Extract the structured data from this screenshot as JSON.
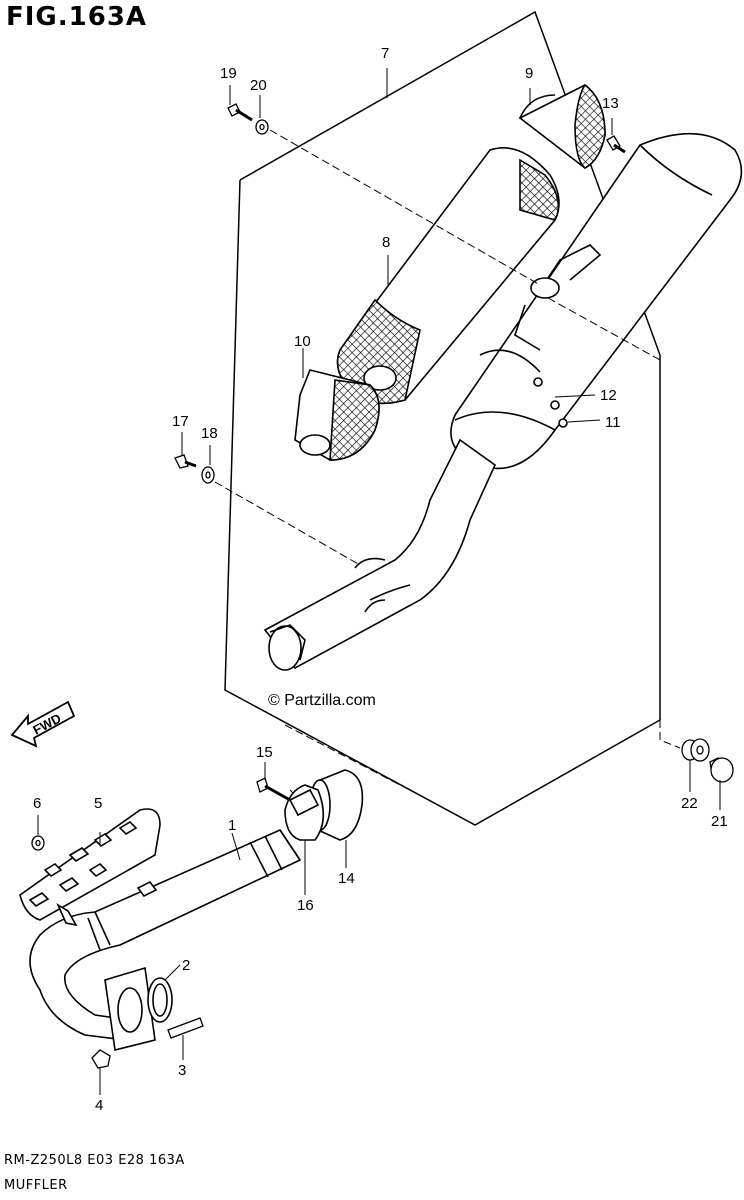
{
  "figure": {
    "title": "FIG.163A",
    "watermark": "© Partzilla.com",
    "fwd_label": "FWD",
    "footer_code": "RM-Z250L8  E03  E28  163A",
    "footer_name": "MUFFLER"
  },
  "callouts": {
    "c1": "1",
    "c2": "2",
    "c3": "3",
    "c4": "4",
    "c5": "5",
    "c6": "6",
    "c7": "7",
    "c8": "8",
    "c9": "9",
    "c10": "10",
    "c11": "11",
    "c12": "12",
    "c13": "13",
    "c14": "14",
    "c15": "15",
    "c16": "16",
    "c17": "17",
    "c18": "18",
    "c19": "19",
    "c20": "20",
    "c21": "21",
    "c22": "22"
  }
}
